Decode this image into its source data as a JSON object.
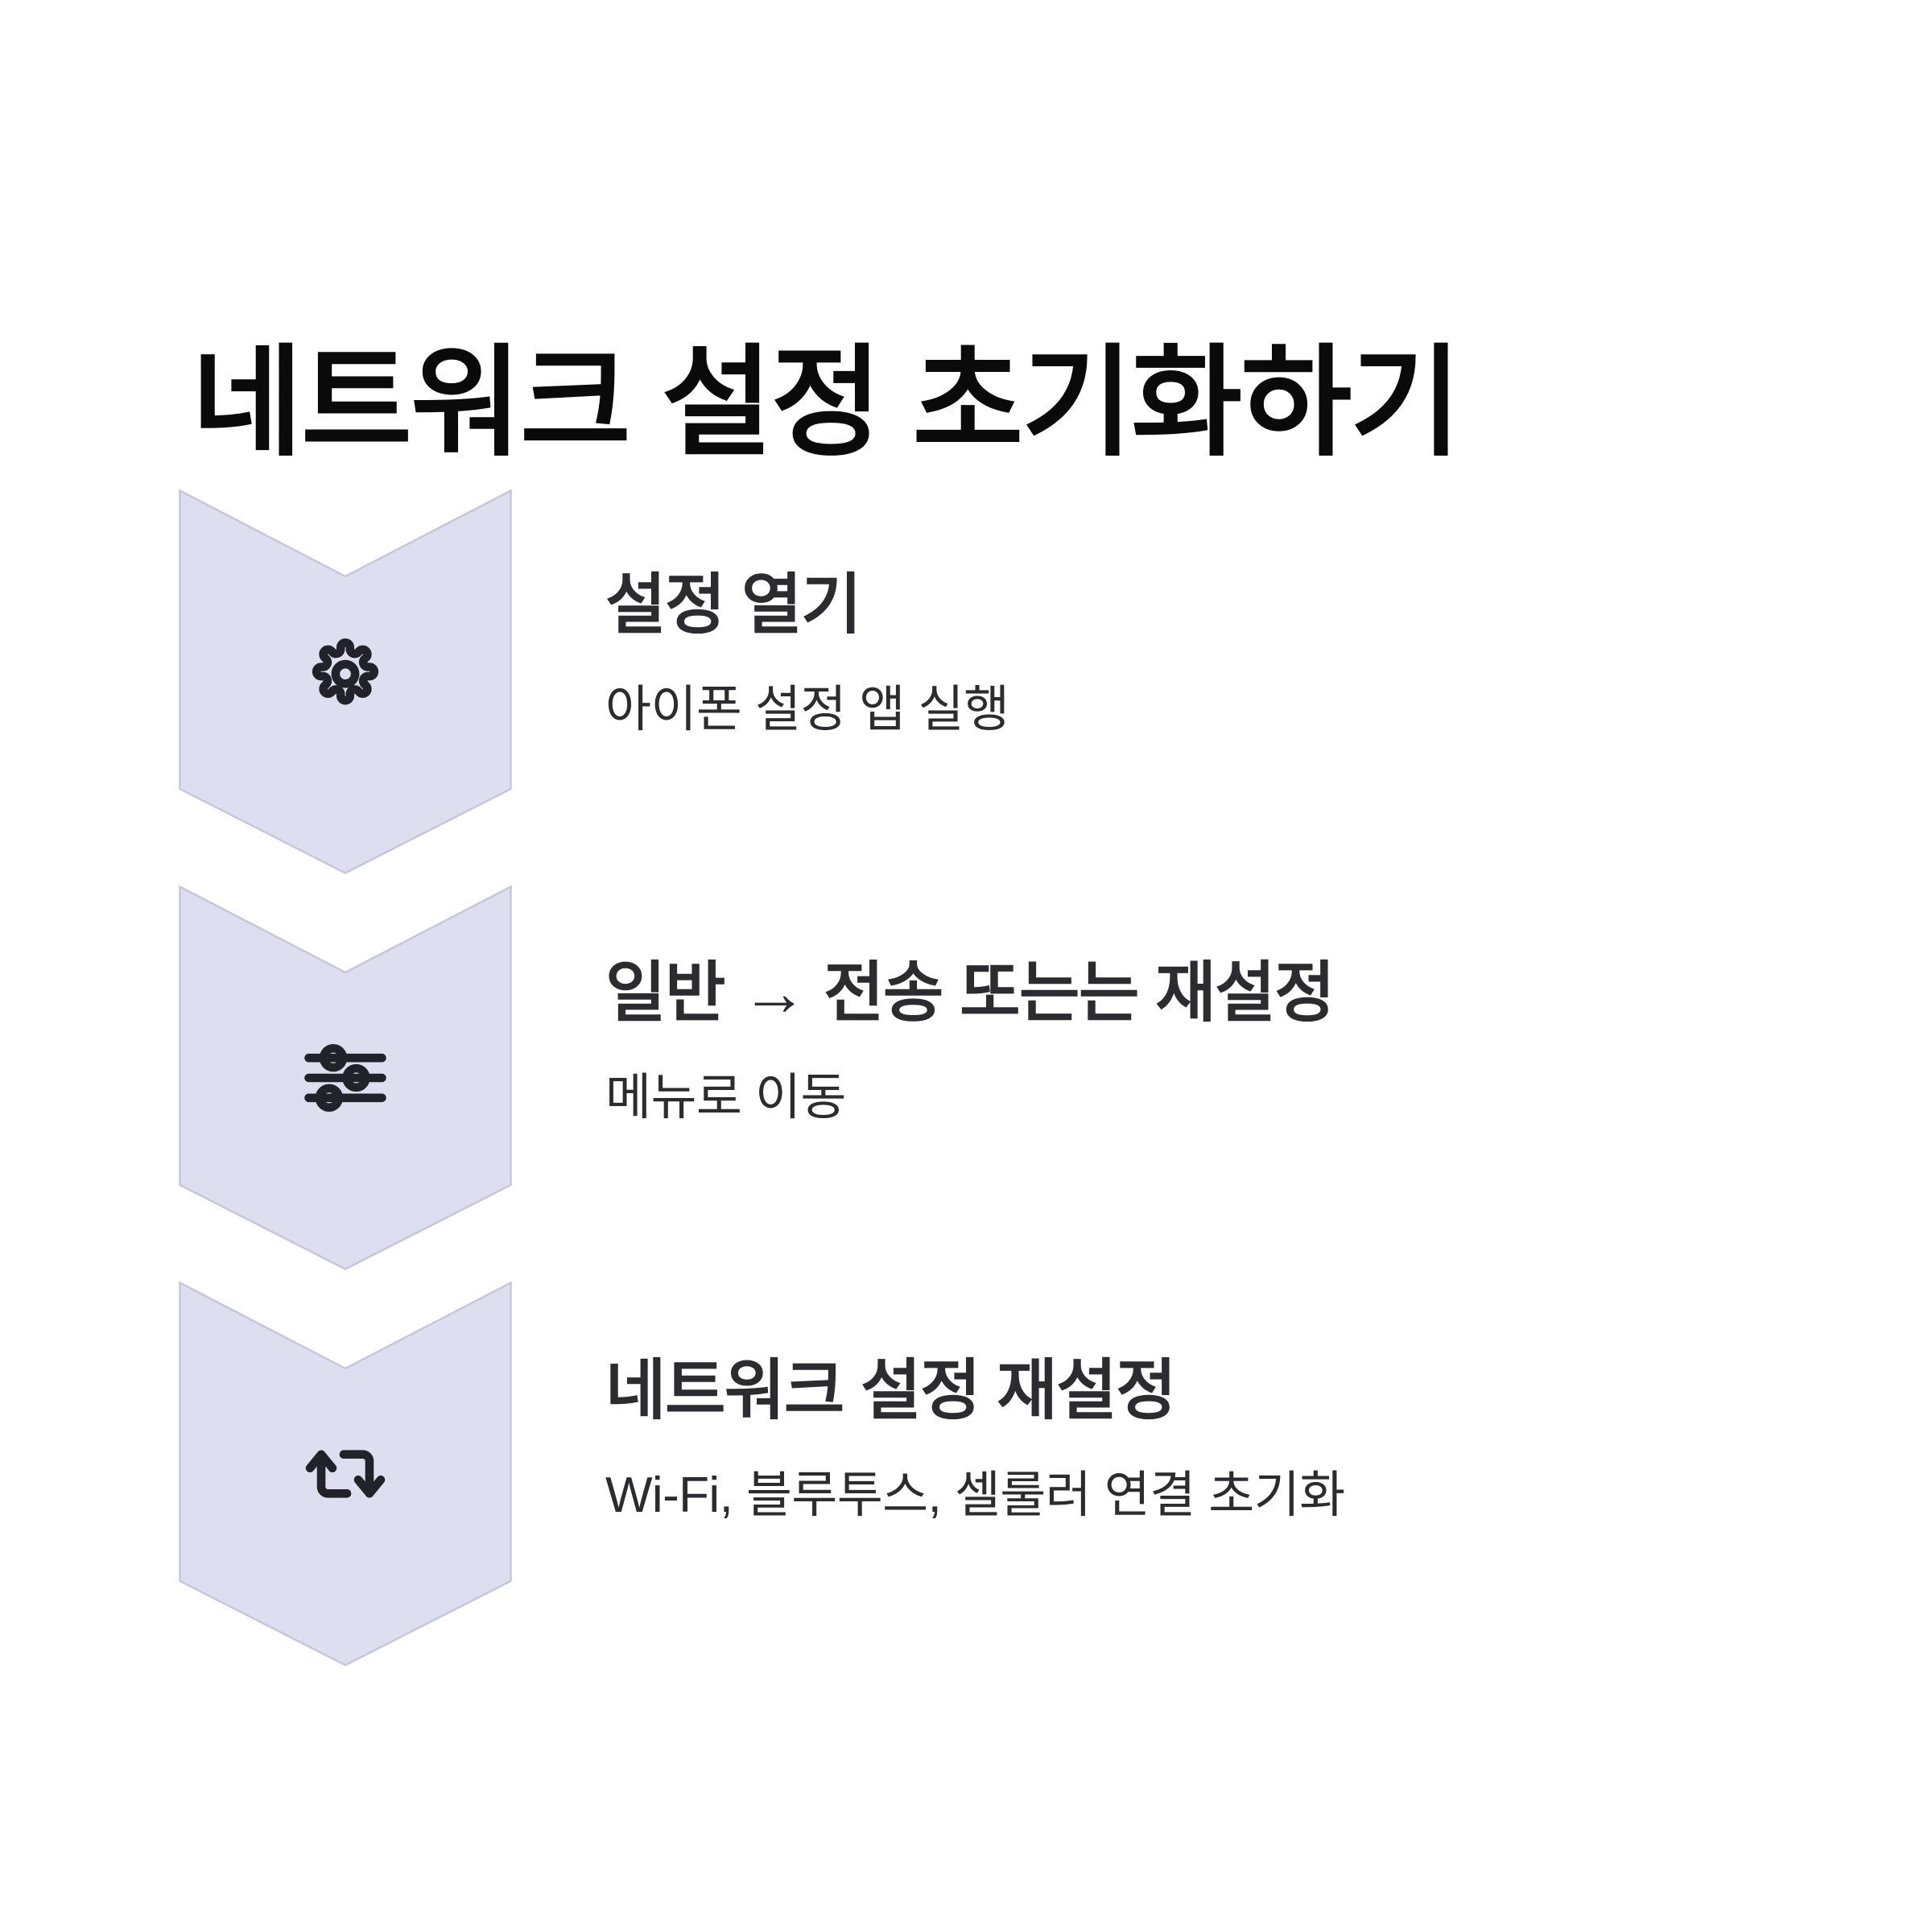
{
  "page": {
    "title": "네트워크 설정 초기화하기",
    "background_color": "#ffffff"
  },
  "theme": {
    "chevron_fill": "#dddeef",
    "chevron_border": "#c6c6dd",
    "title_color": "#0a0a0a",
    "heading_color": "#2b2b30",
    "body_color": "#2b2b30",
    "icon_color": "#22222a"
  },
  "steps": [
    {
      "icon": "gear-icon",
      "heading": "설정 열기",
      "description": "아이폰 설정 앱 실행"
    },
    {
      "icon": "sliders-icon",
      "heading": "일반 → 전송 또는는 재설정",
      "description": "메뉴로 이동"
    },
    {
      "icon": "reset-loop-icon",
      "heading": "네트워크 설정 재설정",
      "description": "Wi-Fi, 블루투스, 셀룰러 연결 초기화"
    }
  ]
}
